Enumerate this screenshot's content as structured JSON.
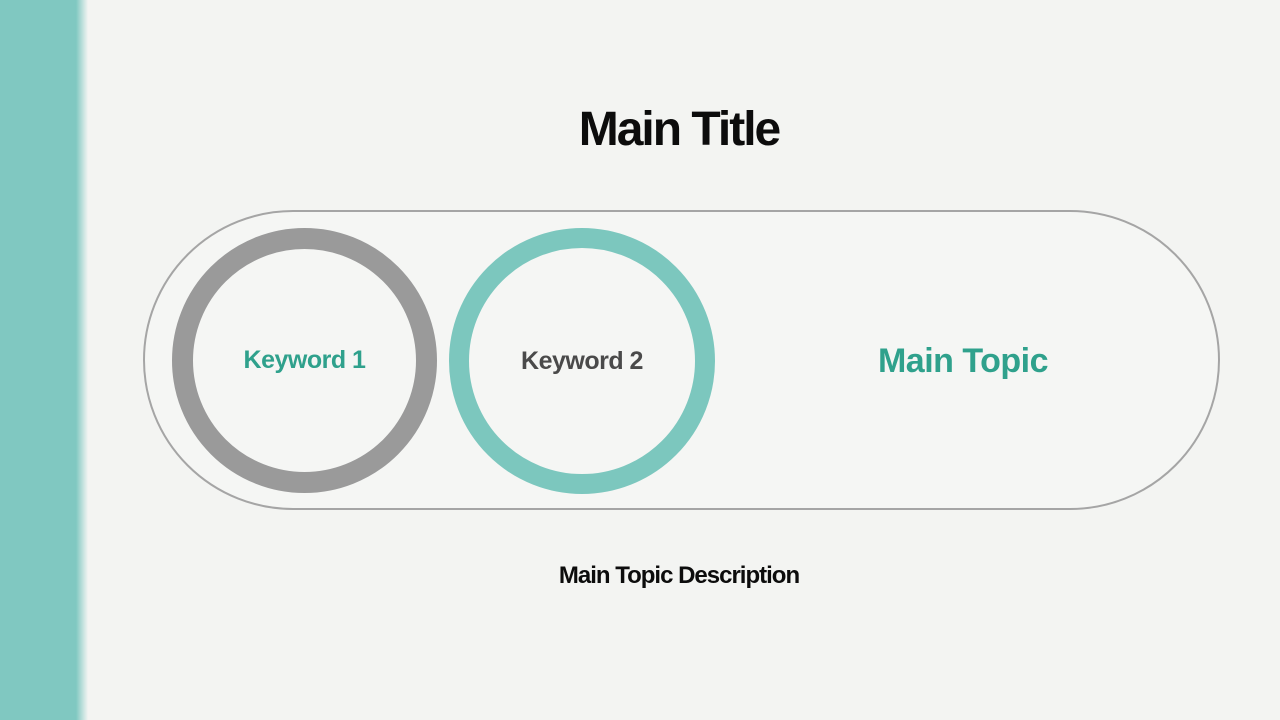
{
  "slide": {
    "title": "Main Title",
    "description": "Main Topic Description",
    "diagram": {
      "keyword_1": "Keyword 1",
      "keyword_2": "Keyword 2",
      "main_topic": "Main Topic"
    }
  },
  "colors": {
    "background": "#f3f4f2",
    "sidebar_accent": "#80c8c1",
    "title_text": "#0c0c0c",
    "teal_ring": "#7cc7be",
    "gray_ring": "#9a9a9a",
    "teal_text": "#2fa18c",
    "gray_text": "#4a4a4a",
    "pill_border": "#a5a5a5"
  }
}
